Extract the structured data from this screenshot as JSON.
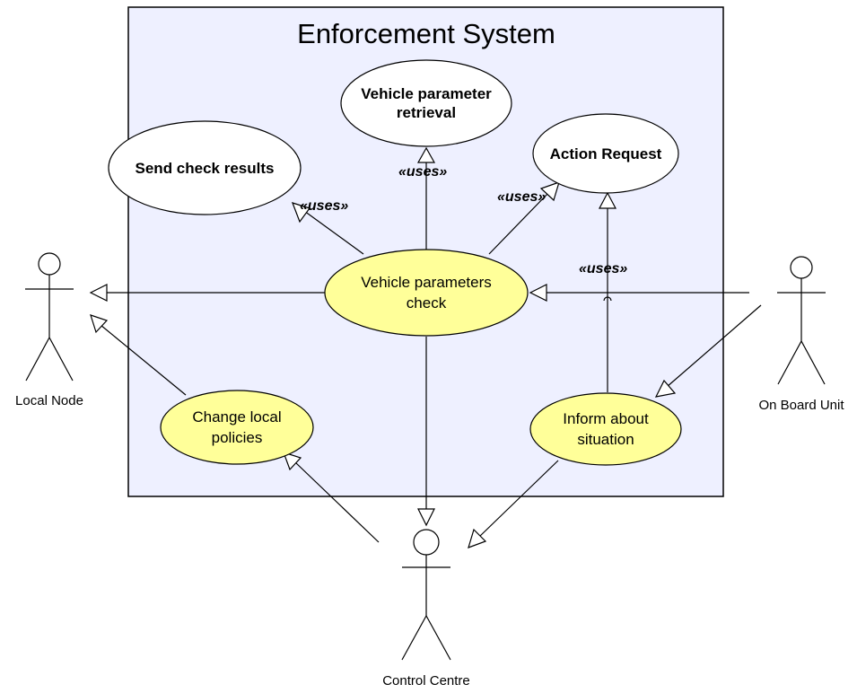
{
  "diagram": {
    "system": {
      "title": "Enforcement System",
      "fill_color": "#EEF0FF"
    },
    "use_cases": {
      "vehicle_parameter_retrieval": {
        "lines": [
          "Vehicle parameter",
          "retrieval"
        ],
        "fill_color": "#FFFFFF"
      },
      "send_check_results": {
        "lines": [
          "Send check results"
        ],
        "fill_color": "#FFFFFF"
      },
      "action_request": {
        "lines": [
          "Action Request"
        ],
        "fill_color": "#FFFFFF"
      },
      "vehicle_parameters_check": {
        "lines": [
          "Vehicle parameters",
          "check"
        ],
        "fill_color": "#FFFF99"
      },
      "change_local_policies": {
        "lines": [
          "Change local",
          "policies"
        ],
        "fill_color": "#FFFF99"
      },
      "inform_about_situation": {
        "lines": [
          "Inform about",
          "situation"
        ],
        "fill_color": "#FFFF99"
      }
    },
    "actors": {
      "local_node": "Local Node",
      "on_board_unit": "On Board Unit",
      "control_centre": "Control Centre"
    },
    "stereotypes": {
      "send_check_results": "«uses»",
      "vehicle_parameter_retrieval": "«uses»",
      "action_request": "«uses»",
      "inform_to_action": "«uses»"
    }
  }
}
